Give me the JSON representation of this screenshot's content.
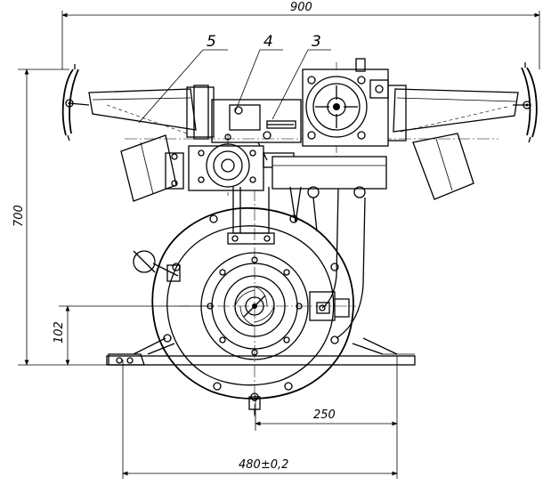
{
  "dimensions": {
    "overall_width": "900",
    "overall_height": "700",
    "axis_height": "102",
    "offset": "250",
    "base_span": "480±0,2"
  },
  "callouts": {
    "part_5": "5",
    "part_4": "4",
    "part_3": "3"
  }
}
